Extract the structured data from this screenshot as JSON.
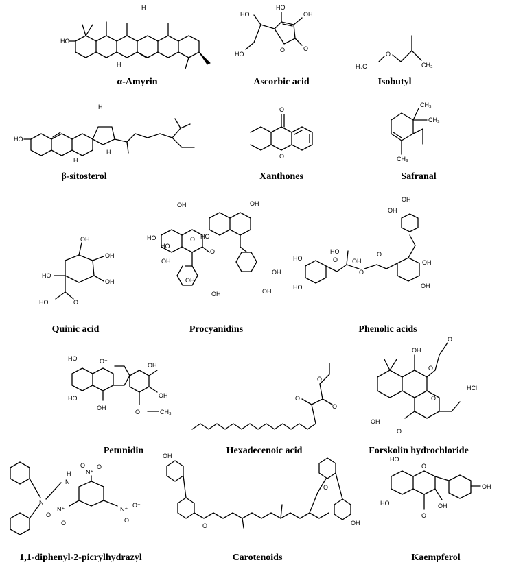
{
  "compounds": [
    {
      "name": "α-Amyrin",
      "atoms": [
        "HO",
        "H",
        "H"
      ]
    },
    {
      "name": "Ascorbic acid",
      "atoms": [
        "HO",
        "OH",
        "HO",
        "O",
        "O",
        "HO"
      ]
    },
    {
      "name": "Isobutyl",
      "atoms": [
        "H₃C",
        "O",
        "CH₃"
      ]
    },
    {
      "name": "β-sitosterol",
      "atoms": [
        "HO",
        "H",
        "H",
        "H"
      ]
    },
    {
      "name": "Xanthones",
      "atoms": [
        "O",
        "O"
      ]
    },
    {
      "name": "Safranal",
      "atoms": [
        "CH₃",
        "CH₃",
        "CH₃"
      ]
    },
    {
      "name": "Quinic acid",
      "atoms": [
        "OH",
        "OH",
        "HO",
        "OH",
        "HO",
        "O"
      ]
    },
    {
      "name": "Procyanidins",
      "atoms": [
        "OH",
        "OH",
        "HO",
        "O",
        "HO",
        "O",
        "OH",
        "HO",
        "OH",
        "OH",
        "OH",
        "OH"
      ]
    },
    {
      "name": "Phenolic acids",
      "atoms": [
        "OH",
        "OH",
        "HO",
        "OH",
        "HO",
        "O",
        "O",
        "O",
        "OH",
        "OH",
        "HO"
      ]
    },
    {
      "name": "Petunidin",
      "atoms": [
        "HO",
        "O⁺",
        "OH",
        "HO",
        "OH",
        "OH",
        "O",
        "CH₃"
      ]
    },
    {
      "name": "Hexadecenoic acid",
      "atoms": [
        "O",
        "O",
        "O"
      ]
    },
    {
      "name": "Forskolin hydrochloride",
      "atoms": [
        "OH",
        "O",
        "O",
        "O",
        "OH",
        "O"
      ],
      "salt": "HCl"
    },
    {
      "name": "1,1-diphenyl-2-picrylhydrazyl",
      "atoms": [
        "H",
        "N",
        "N",
        "N⁺",
        "O⁻",
        "O",
        "N⁺",
        "O⁻",
        "O",
        "N⁺",
        "O⁻",
        "O"
      ]
    },
    {
      "name": "Carotenoids",
      "atoms": [
        "O",
        "O",
        "OH",
        "OH"
      ]
    },
    {
      "name": "Kaempferol",
      "atoms": [
        "HO",
        "O",
        "OH",
        "HO",
        "OH",
        "O"
      ]
    }
  ]
}
